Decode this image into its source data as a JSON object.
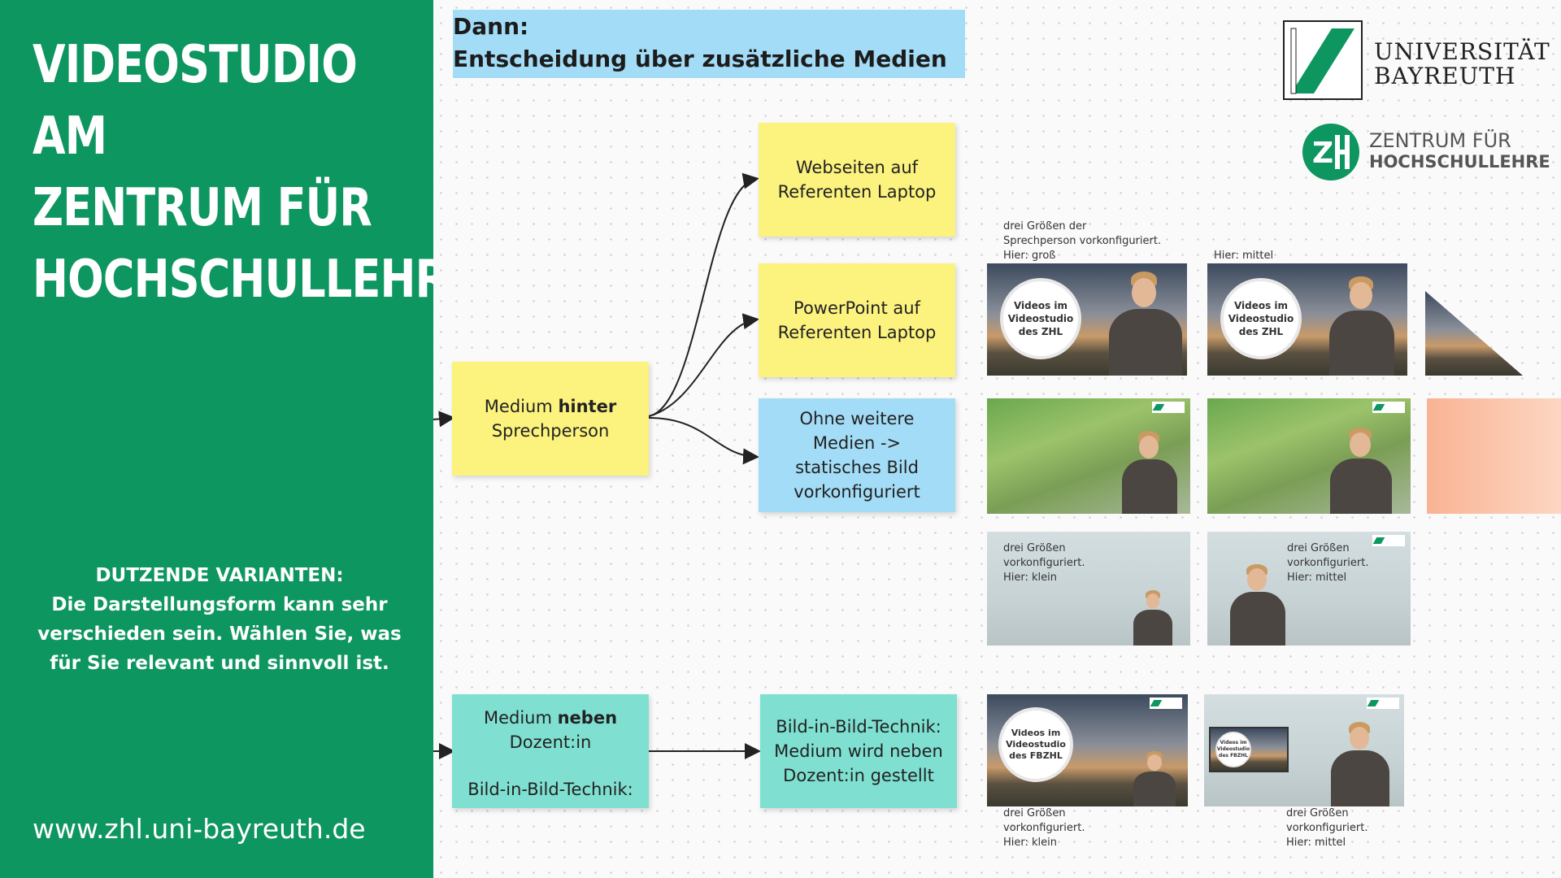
{
  "left_panel": {
    "title_lines": [
      "VIDEOSTUDIO",
      "AM",
      "ZENTRUM FÜR",
      "HOCHSCHULLEHRE"
    ],
    "varianten_lines": [
      "DUTZENDE VARIANTEN:",
      "Die Darstellungsform kann sehr",
      "verschieden sein. Wählen Sie, was",
      "für Sie relevant und sinnvoll ist."
    ],
    "website": "www.zhl.uni-bayreuth.de"
  },
  "header": {
    "line1": "Dann:",
    "line2": "Entscheidung über zusätzliche Medien"
  },
  "nodes": {
    "hinter": {
      "pre": "Medium ",
      "bold": "hinter",
      "line2": "Sprechperson"
    },
    "webseiten": {
      "line1": "Webseiten auf",
      "line2": "Referenten Laptop"
    },
    "powerpoint": {
      "line1": "PowerPoint auf",
      "line2": "Referenten Laptop"
    },
    "ohne": {
      "line1": "Ohne weitere",
      "line2": "Medien ->",
      "line3": "statisches Bild",
      "line4": "vorkonfiguriert"
    },
    "neben": {
      "pre": "Medium ",
      "bold": "neben",
      "line2": "Dozent:in",
      "line3": "Bild-in-Bild-Technik:"
    },
    "bildinbild": {
      "line1": "Bild-in-Bild-Technik:",
      "line2": "Medium wird neben",
      "line3": "Dozent:in gestellt"
    }
  },
  "thumbs": {
    "bubble_top": [
      "Videos im",
      "Videostudio",
      "des ZHL"
    ],
    "bubble_bottom": [
      "Videos im",
      "Videostudio",
      "des FBZHL"
    ],
    "bubble_tiny": [
      "Videos im",
      "Videostudio",
      "des FBZHL"
    ]
  },
  "captions": {
    "top_left": [
      "drei Größen der",
      "Sprechperson vorkonfiguriert.",
      "Hier: groß"
    ],
    "top_right": [
      "Hier: mittel"
    ],
    "row3_left": [
      "drei Größen",
      "vorkonfiguriert.",
      "Hier: klein"
    ],
    "row3_right": [
      "drei Größen",
      "vorkonfiguriert.",
      "Hier: mittel"
    ],
    "bottom_left": [
      "drei Größen",
      "vorkonfiguriert.",
      "Hier: klein"
    ],
    "bottom_right": [
      "drei Größen",
      "vorkonfiguriert.",
      "Hier: mittel"
    ]
  },
  "logos": {
    "ub_line1": "UNIVERSITÄT",
    "ub_line2": "BAYREUTH",
    "zhl_line1": "ZENTRUM FÜR",
    "zhl_line2": "HOCHSCHULLEHRE"
  },
  "colors": {
    "green": "#0e9660",
    "yellow": "#fcf27e",
    "blue": "#a3dcf6",
    "teal": "#7fe0d1"
  }
}
